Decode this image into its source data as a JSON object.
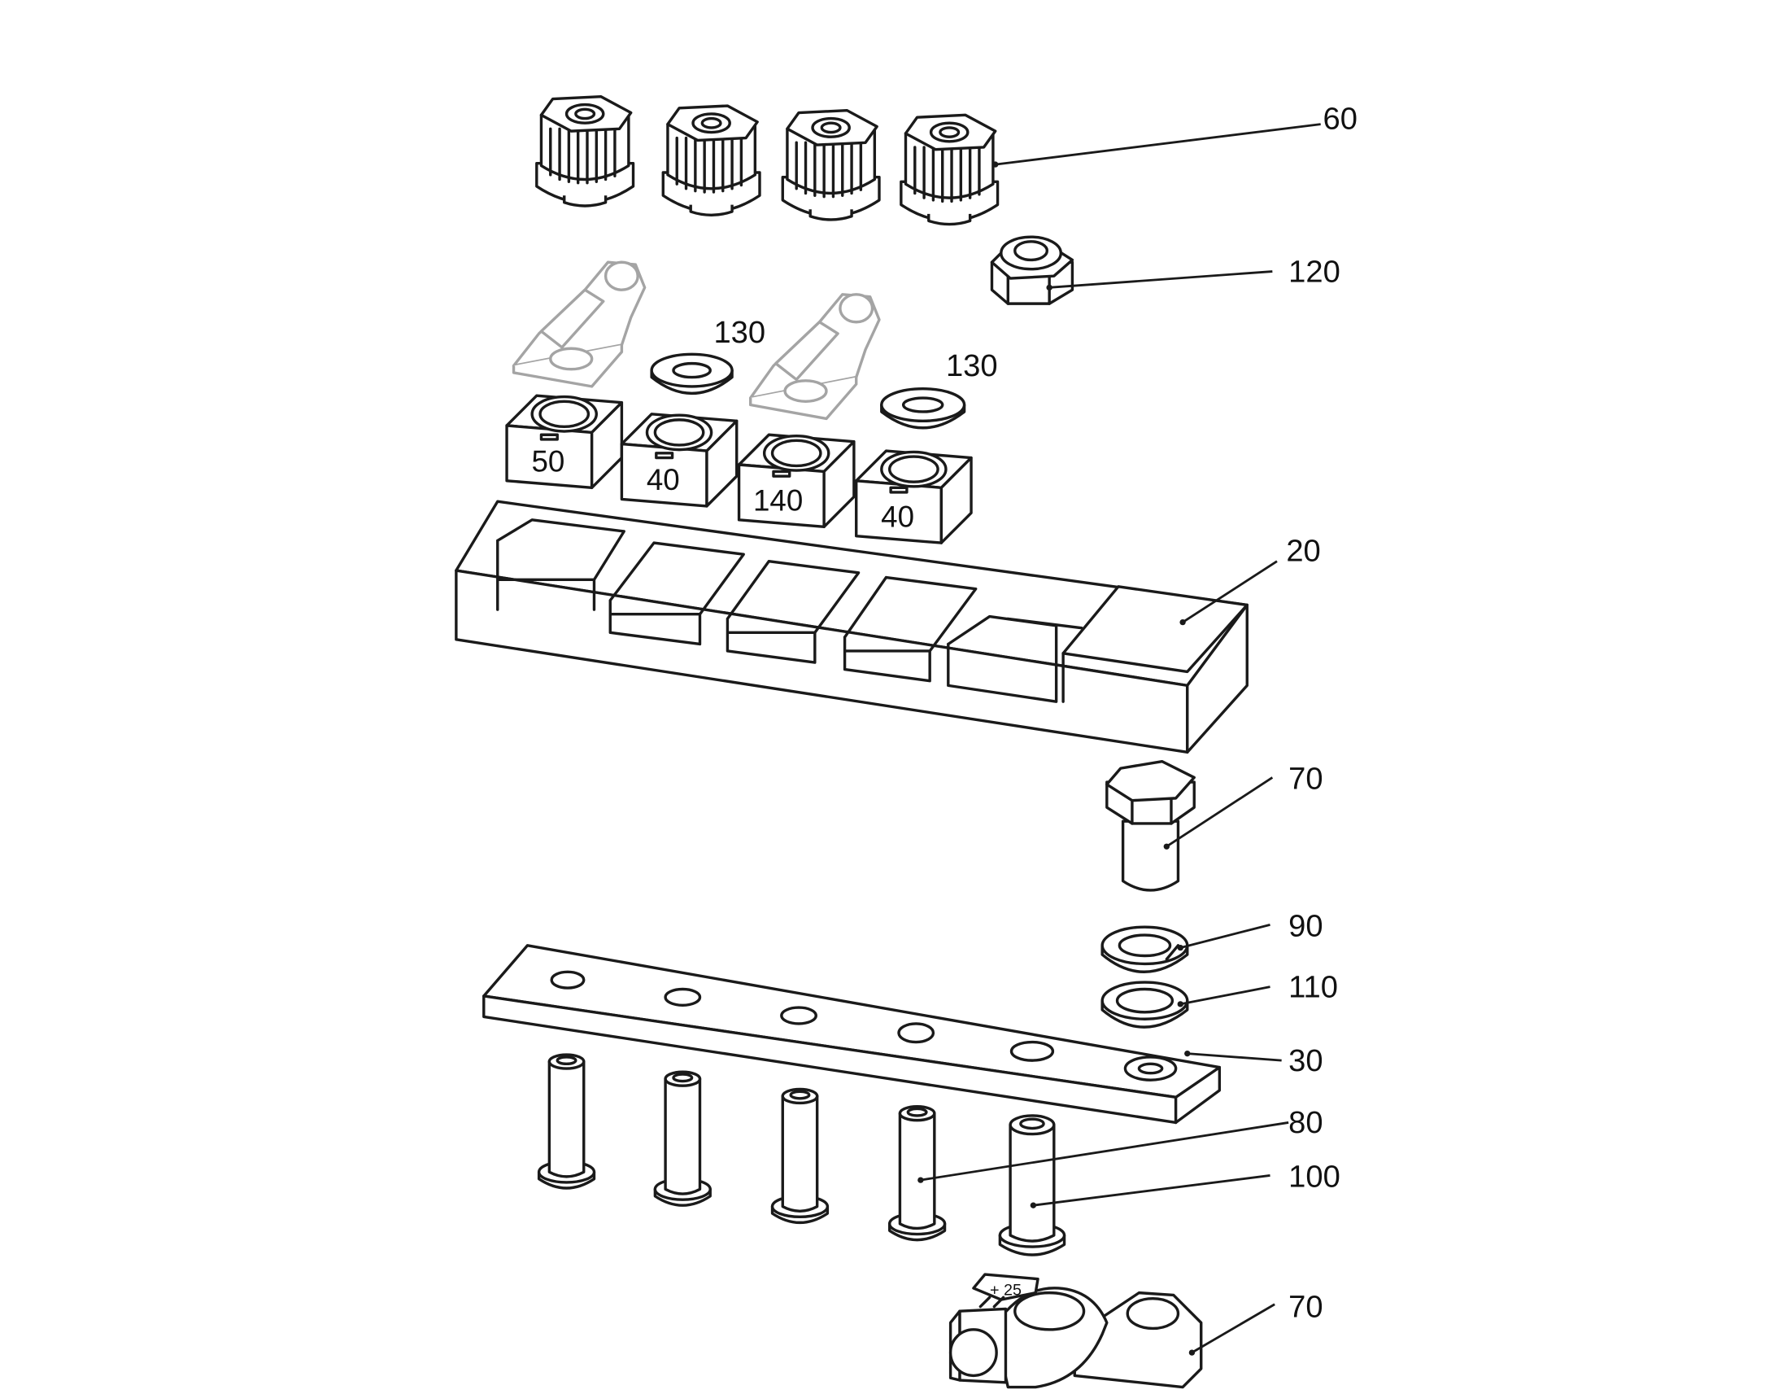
{
  "diagram": {
    "callouts": [
      "60",
      "120",
      "130",
      "130",
      "20",
      "70",
      "90",
      "110",
      "30",
      "80",
      "100",
      "70"
    ],
    "block_markings": [
      "50",
      "40",
      "140",
      "40"
    ]
  }
}
